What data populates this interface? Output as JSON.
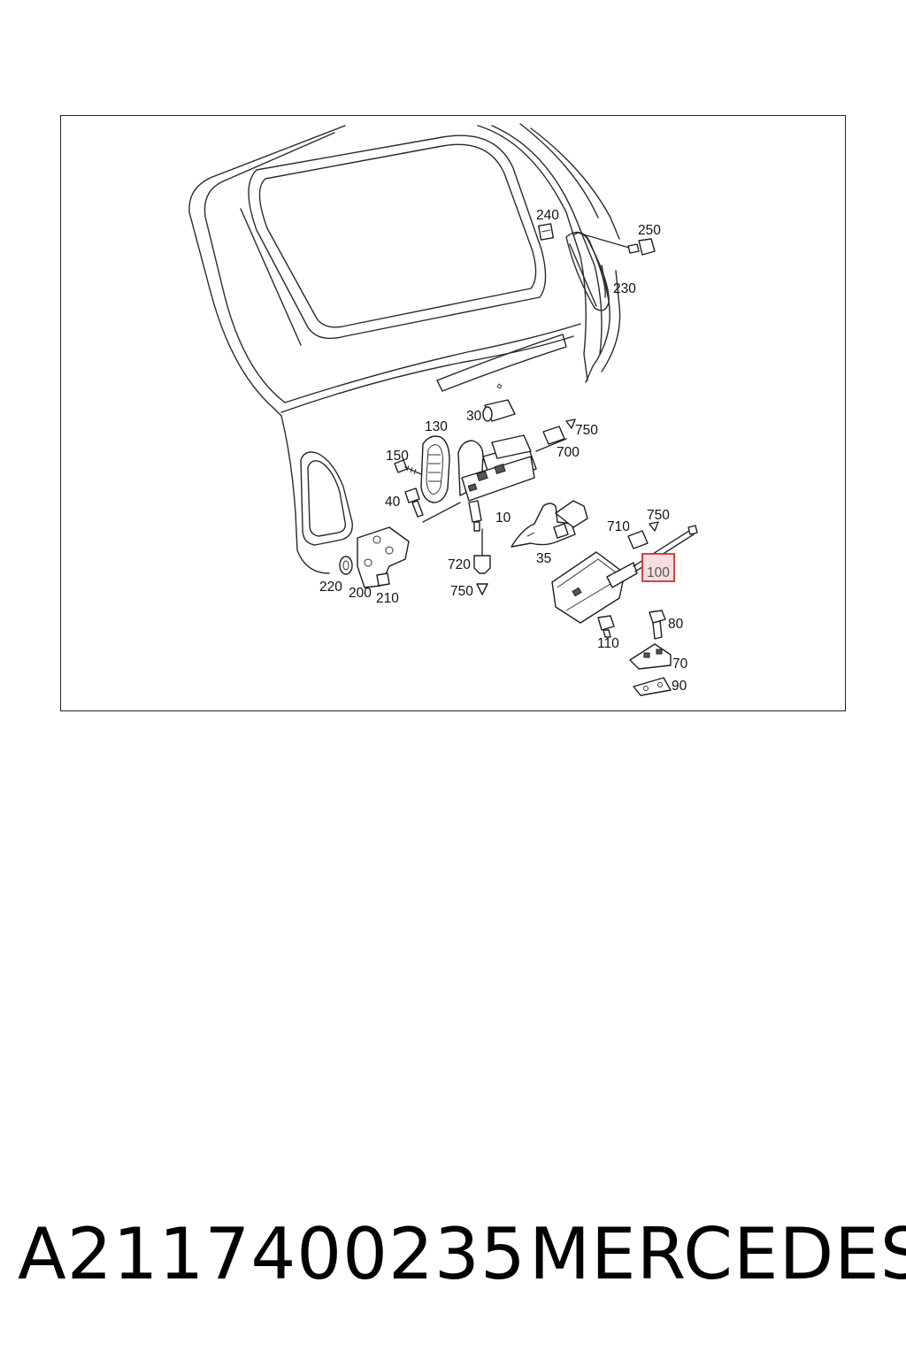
{
  "diagram": {
    "callouts": [
      "240",
      "250",
      "230",
      "30",
      "130",
      "750",
      "700",
      "150",
      "40",
      "10",
      "710",
      "750",
      "720",
      "35",
      "100",
      "750",
      "220",
      "200",
      "210",
      "80",
      "110",
      "70",
      "90"
    ],
    "highlighted_callout": "100",
    "colors": {
      "highlight_border": "#d03030",
      "highlight_fill": "#f7dede",
      "line": "#2a2a2a"
    }
  },
  "footer": {
    "part_number": "A2117400235",
    "brand": "MERCEDES"
  }
}
